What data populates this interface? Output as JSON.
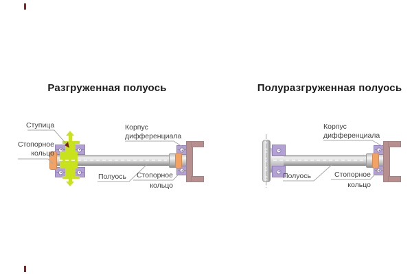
{
  "left": {
    "title": "Разгруженная полуось",
    "hub_label": "Ступица",
    "ring_left_l1": "Стопорное",
    "ring_left_l2": "кольцо",
    "housing_l1": "Корпус",
    "housing_l2": "дифференциала",
    "axle_label": "Полуось",
    "ring_right_l1": "Стопорное",
    "ring_right_l2": "кольцо"
  },
  "right": {
    "title": "Полуразгруженная полуось",
    "housing_l1": "Корпус",
    "housing_l2": "дифференциала",
    "axle_label": "Полуось",
    "ring_l1": "Стопорное",
    "ring_l2": "кольцо"
  },
  "colors": {
    "lime": "#c8e31c",
    "lavender": "#b3a0d4",
    "orange": "#f2a263",
    "housing": "#b78f8f",
    "leader_line": "#a8a8a8",
    "pointer_arrow": "#7b2222",
    "title_text": "#1c1c1c",
    "label_text": "#3e3e3e"
  }
}
